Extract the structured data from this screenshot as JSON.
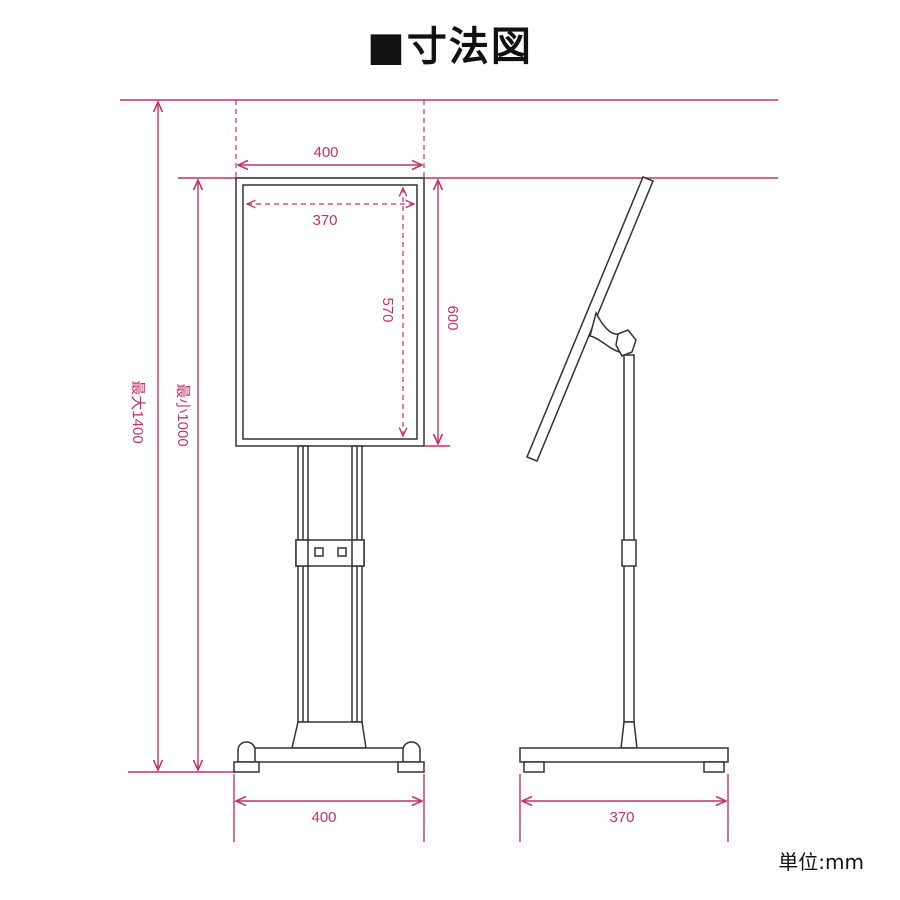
{
  "title": "■寸法図",
  "unit": "単位:mm",
  "accent_color": "#c4306b",
  "front_view": {
    "panel_width": "400",
    "inner_width": "370",
    "inner_height": "570",
    "panel_height": "600",
    "max_height": "最大1400",
    "min_height": "最小1000",
    "base_width": "400"
  },
  "side_view": {
    "base_depth": "370"
  }
}
